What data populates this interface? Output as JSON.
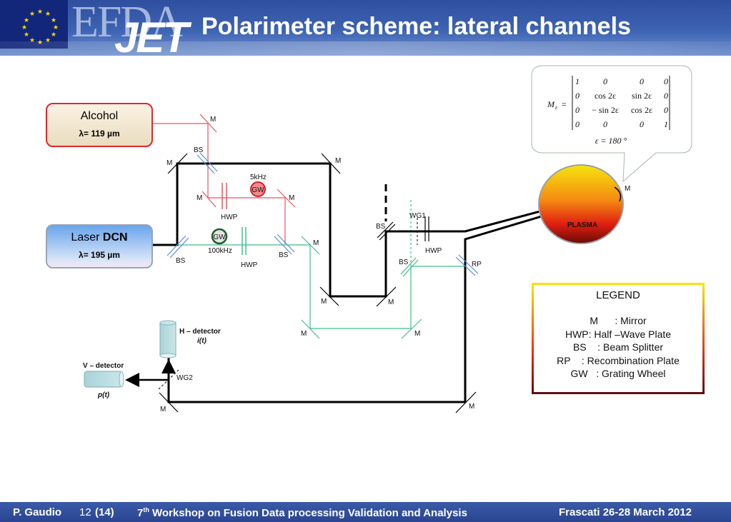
{
  "header": {
    "logo_efda": "EFDA",
    "logo_jet": "JET",
    "title": "Polarimeter scheme: lateral channels"
  },
  "sources": {
    "alcohol": {
      "name": "Alcohol",
      "wavelength": "λ= 119 µm"
    },
    "laser": {
      "name_prefix": "Laser ",
      "name_bold": "DCN",
      "wavelength": "λ= 195 µm"
    }
  },
  "callout": {
    "lhs": "M",
    "lhs_sub": "ε",
    "matrix": [
      [
        "1",
        "0",
        "0",
        "0"
      ],
      [
        "0",
        "cos 2ε",
        "sin 2ε",
        "0"
      ],
      [
        "0",
        "− sin 2ε",
        "cos 2ε",
        "0"
      ],
      [
        "0",
        "0",
        "0",
        "1"
      ]
    ],
    "condition": "ε = 180 °"
  },
  "plasma": {
    "label": "PLASMA",
    "mirror_label": "M"
  },
  "labels": {
    "M": "M",
    "BS": "BS",
    "HWP": "HWP",
    "GW": "GW",
    "RP": "RP",
    "WG1": "WG1",
    "WG2": "WG2",
    "gw_red_freq": "5kHz",
    "gw_green_freq": "100kHz"
  },
  "detectors": {
    "h": {
      "name": "H – detector",
      "signal": "i(t)"
    },
    "v": {
      "name": "V – detector",
      "signal": "p(t)"
    }
  },
  "legend": {
    "title": "LEGEND",
    "items": [
      "M      : Mirror",
      "HWP: Half –Wave Plate",
      "BS    : Beam Splitter",
      "RP    : Recombination Plate",
      "GW   : Grating Wheel"
    ]
  },
  "colors": {
    "red_beam": "#e8555b",
    "green_beam": "#3fbf8a",
    "bs_blue": "#5b8fd6",
    "main_beam": "#000000"
  },
  "footer": {
    "author": "P. Gaudio",
    "page": "12",
    "total": "(14)",
    "workshop_ord": "7",
    "workshop_sup": "th",
    "workshop": " Workshop on Fusion Data processing Validation and Analysis",
    "venue": "Frascati 26-28 March 2012"
  }
}
